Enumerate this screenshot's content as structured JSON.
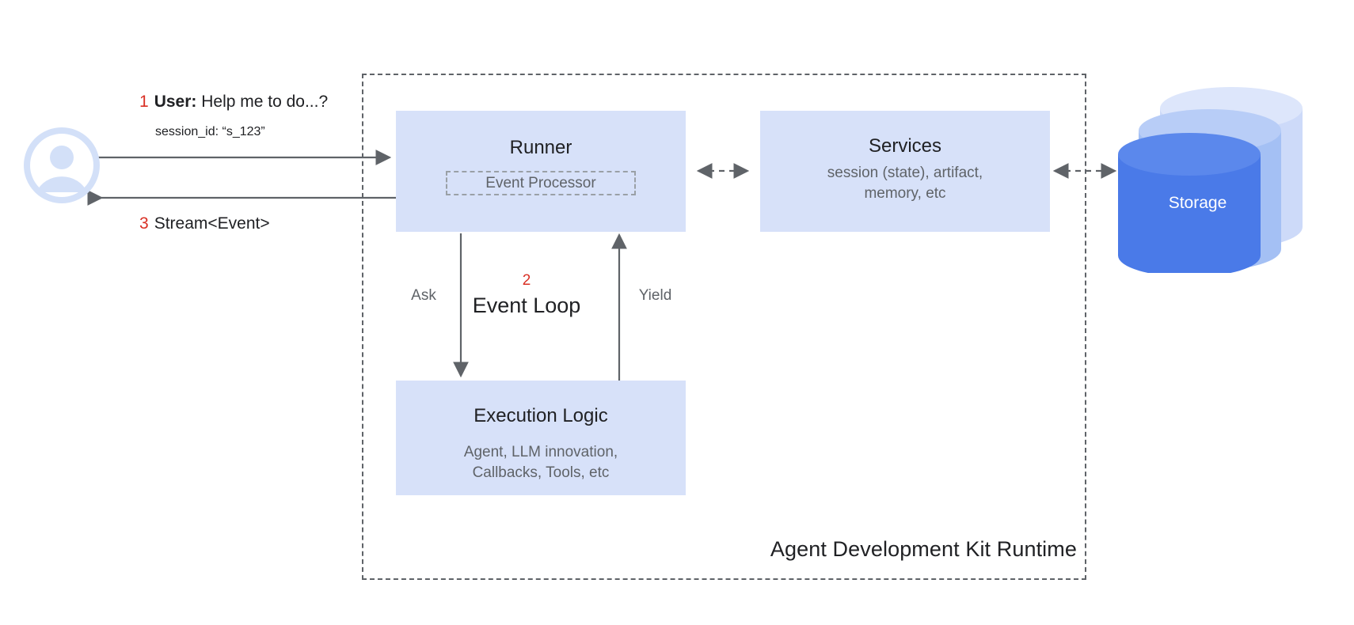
{
  "diagram": {
    "runtime_container_label": "Agent Development Kit Runtime",
    "user": {
      "avatar_icon": "user-avatar-icon",
      "request": {
        "step": "1",
        "speaker": "User:",
        "text": "Help me to do...?"
      },
      "session_id": "session_id: “s_123”",
      "response": {
        "step": "3",
        "text": "Stream<Event>"
      }
    },
    "boxes": {
      "runner": {
        "title": "Runner",
        "inner_label": "Event Processor"
      },
      "services": {
        "title": "Services",
        "subtitle_line1": "session (state), artifact,",
        "subtitle_line2": "memory, etc"
      },
      "execution_logic": {
        "title": "Execution Logic",
        "subtitle_line1": "Agent, LLM innovation,",
        "subtitle_line2": "Callbacks, Tools, etc"
      }
    },
    "event_loop": {
      "step": "2",
      "title": "Event Loop",
      "ask_label": "Ask",
      "yield_label": "Yield"
    },
    "storage": {
      "label": "Storage",
      "icon": "database-cylinder-icon"
    },
    "colors": {
      "box_fill": "#d7e1f9",
      "step_number": "#d93025",
      "arrow": "#5f6368",
      "storage_primary": "#4a7ae8",
      "storage_mid": "#a4c0f4",
      "storage_back": "#cddaf9",
      "avatar": "#d3e0f8",
      "text_primary": "#202124",
      "text_secondary": "#5f6368"
    }
  }
}
